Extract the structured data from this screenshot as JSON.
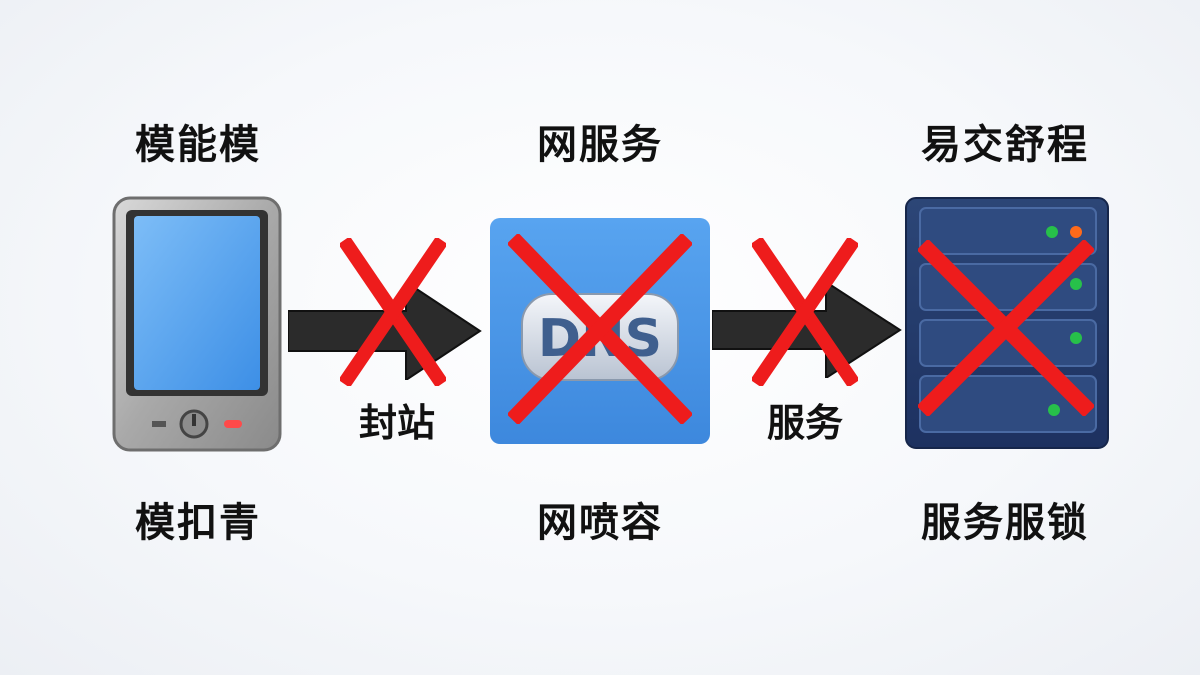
{
  "nodes": [
    {
      "id": "phone",
      "top_label": "模能模",
      "bottom_label": "模扣青",
      "icon": "phone-icon"
    },
    {
      "id": "dns",
      "top_label": "网服务",
      "bottom_label": "网喷容",
      "icon_text": "DNS",
      "icon": "dns-icon"
    },
    {
      "id": "server",
      "top_label": "易交舒程",
      "bottom_label": "服务服锁",
      "icon": "server-icon"
    }
  ],
  "arrows": [
    {
      "label": "封站",
      "blocked": true
    },
    {
      "label": "服务",
      "blocked": true
    }
  ],
  "colors": {
    "cross": "#ee1c1c",
    "arrow": "#2b2b2b",
    "dns_box": "#4b97e8",
    "server_body": "#233a66",
    "phone_screen": "#5aa6f0"
  }
}
